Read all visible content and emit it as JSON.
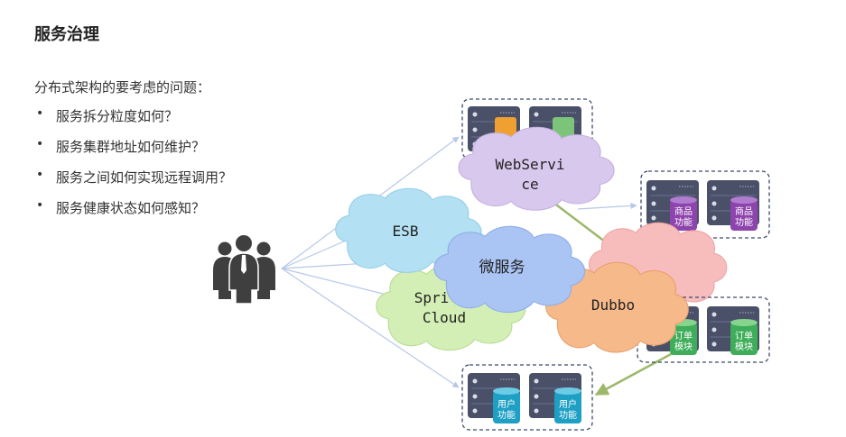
{
  "page": {
    "title": "服务治理",
    "question": "分布式架构的要考虑的问题：",
    "bullets": [
      "服务拆分粒度如何？",
      "服务集群地址如何维护？",
      "服务之间如何实现远程调用？",
      "服务健康状态如何感知？"
    ]
  },
  "clouds": {
    "webservice": [
      "WebServi",
      "ce"
    ],
    "esb": "ESB",
    "spring_cloud": [
      "Spri",
      "Cloud"
    ],
    "microservice": "微服务",
    "dubbo": "Dubbo"
  },
  "modules": {
    "product": [
      "商品",
      "功能"
    ],
    "order": [
      "订单",
      "模块"
    ],
    "user": [
      "用户",
      "功能"
    ]
  },
  "colors": {
    "webservice": "#d9c8ee",
    "esb": "#b3e0f3",
    "spring_cloud": "#d3efb5",
    "microservice": "#aac4f4",
    "dubbo": "#f6b98a",
    "pink": "#f7bcbc",
    "server": "#4a5068"
  }
}
